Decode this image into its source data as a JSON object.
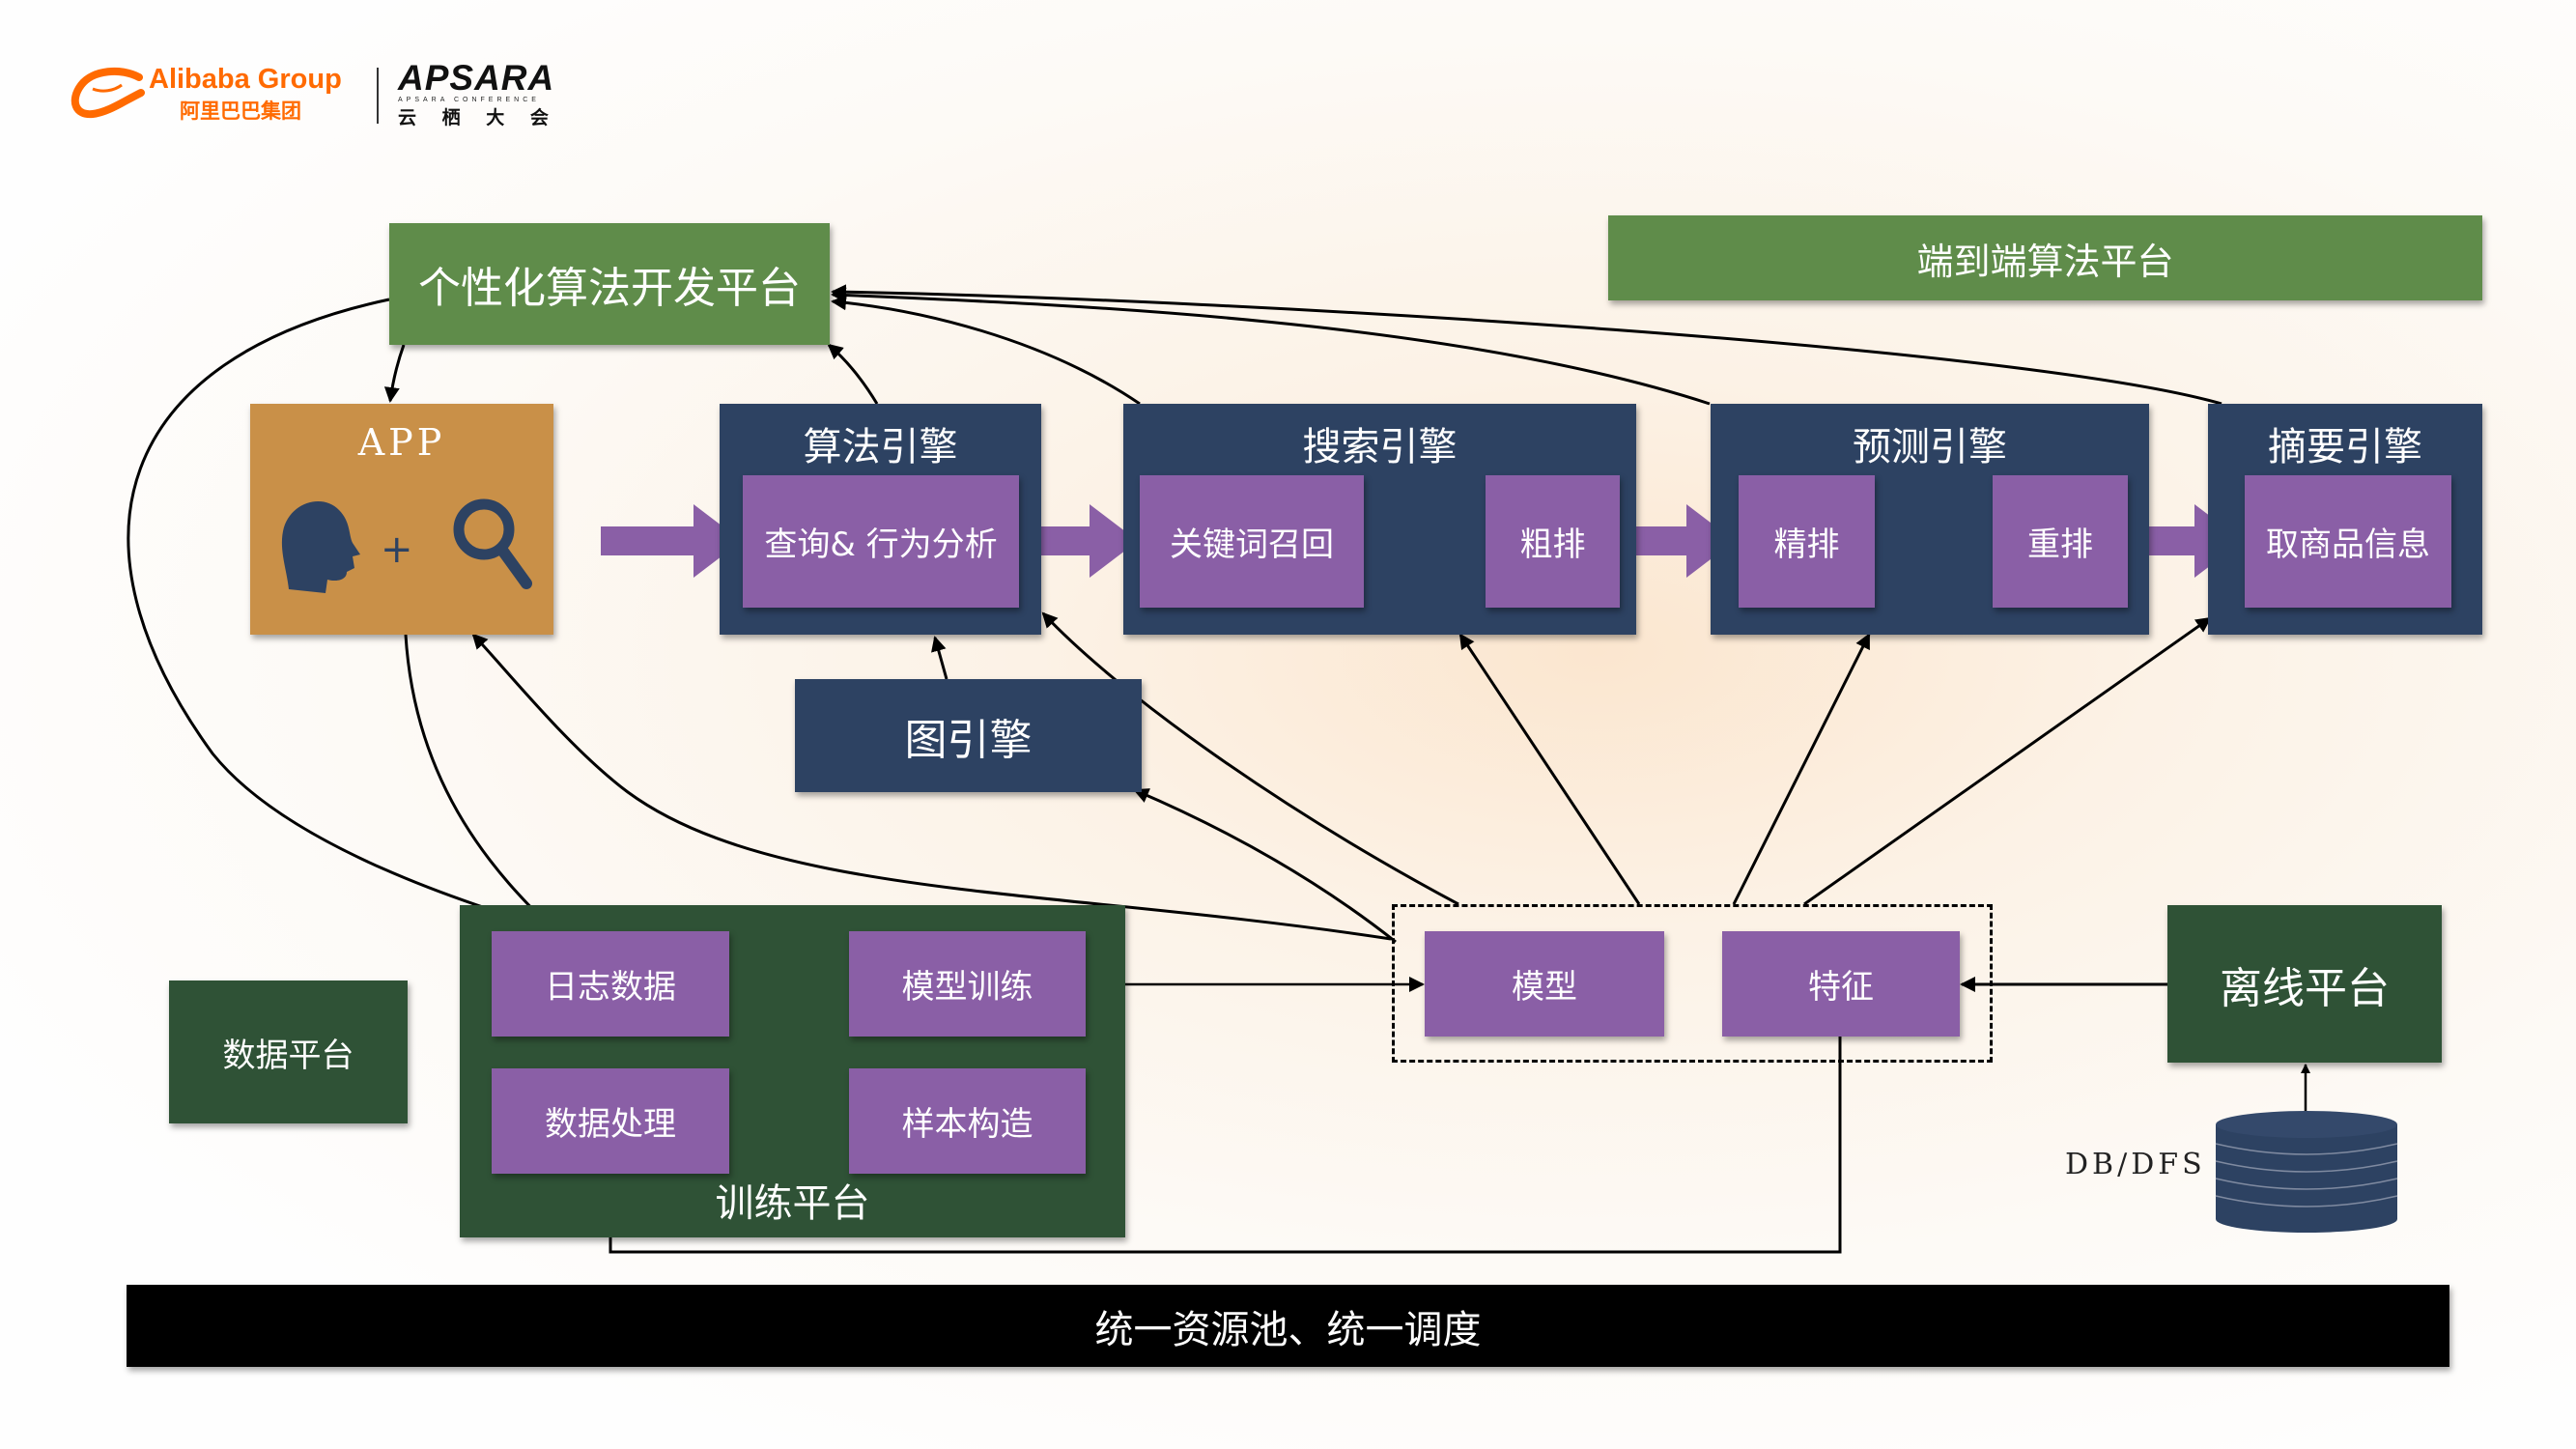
{
  "header": {
    "alibaba_logo_text": "Alibaba Group",
    "alibaba_logo_cn": "阿里巴巴集团",
    "apsara_logo_text": "APSARA",
    "apsara_subtitle": "APSARA CONFERENCE",
    "apsara_cn": "云 栖 大 会"
  },
  "platforms": {
    "personalized": "个性化算法开发平台",
    "end_to_end": "端到端算法平台",
    "data": "数据平台",
    "training": "训练平台",
    "offline": "离线平台",
    "resource": "统一资源池、统一调度"
  },
  "app": {
    "title": "APP",
    "plus": "+",
    "icons": [
      "head-icon",
      "magnifier-icon"
    ]
  },
  "engines": {
    "algorithm": {
      "title": "算法引擎",
      "steps": [
        "查询& 行为分析"
      ]
    },
    "search": {
      "title": "搜索引擎",
      "steps": [
        "关键词召回",
        "粗排"
      ]
    },
    "predict": {
      "title": "预测引擎",
      "steps": [
        "精排",
        "重排"
      ]
    },
    "summary": {
      "title": "摘要引擎",
      "steps": [
        "取商品信息"
      ]
    },
    "graph": {
      "title": "图引擎"
    }
  },
  "training": {
    "log_data": "日志数据",
    "model_training": "模型训练",
    "data_processing": "数据处理",
    "sample_building": "样本构造"
  },
  "serving": {
    "model": "模型",
    "feature": "特征"
  },
  "storage": {
    "label": "DB/DFS"
  },
  "colors": {
    "platform_green": "#5f8c4a",
    "dark_green": "#2f5236",
    "engine_navy": "#2d4262",
    "step_purple": "#8a5fa6",
    "app_orange": "#c99048",
    "alibaba_orange": "#ff6a00"
  }
}
